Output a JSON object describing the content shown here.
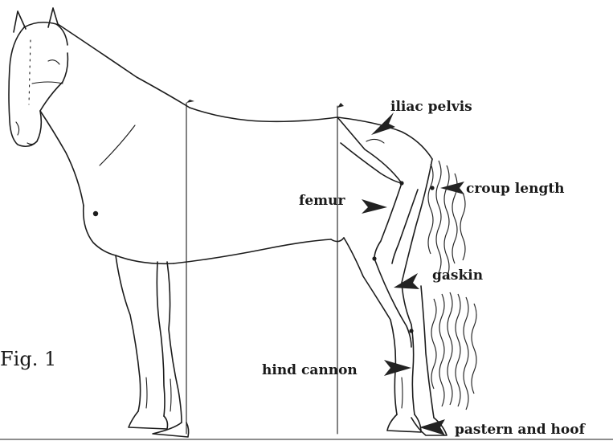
{
  "figure_label": "Fig. 1",
  "labels": {
    "iliac_pelvis": "iliac pelvis",
    "croup_length": "croup length",
    "femur": "femur",
    "gaskin": "gaskin",
    "hind_cannon": "hind cannon",
    "pastern_and_hoof": "pastern and hoof"
  },
  "colors": {
    "ink": "#1c1c1c",
    "background": "#ffffff"
  }
}
